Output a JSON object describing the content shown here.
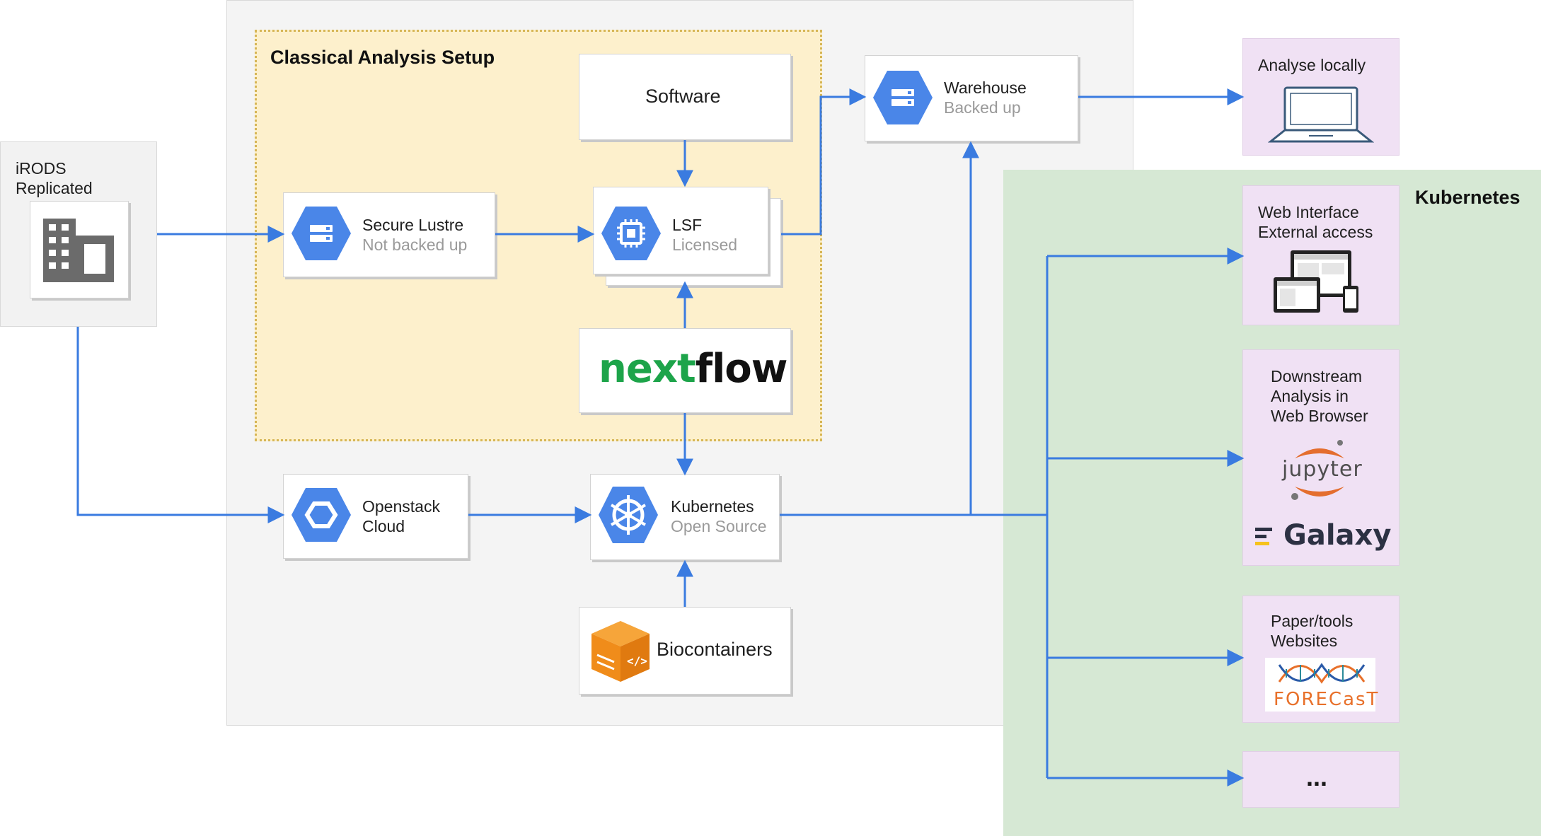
{
  "regions": {
    "classical_setup_title": "Classical Analysis Setup",
    "kubernetes_title": "Kubernetes"
  },
  "nodes": {
    "irods": {
      "line1": "iRODS",
      "line2": "Replicated",
      "icon": "building-icon"
    },
    "secure_lustre": {
      "title": "Secure Lustre",
      "subtitle": "Not backed up",
      "icon": "storage-icon"
    },
    "software": {
      "title": "Software"
    },
    "lsf": {
      "title": "LSF",
      "subtitle": "Licensed",
      "icon": "cpu-icon"
    },
    "nextflow": {
      "logo_part1": "nex",
      "logo_part2": "t",
      "logo_part3": "flow"
    },
    "warehouse": {
      "title": "Warehouse",
      "subtitle": "Backed up",
      "icon": "storage-icon"
    },
    "openstack": {
      "line1": "Openstack",
      "line2": "Cloud",
      "icon": "cloud-hex-icon"
    },
    "kubernetes": {
      "title": "Kubernetes",
      "subtitle": "Open Source",
      "icon": "helm-icon"
    },
    "biocontainers": {
      "title": "Biocontainers",
      "icon": "box-icon"
    },
    "analyse_locally": {
      "title": "Analyse locally",
      "icon": "laptop-icon"
    },
    "web_interface": {
      "line1": "Web Interface",
      "line2": "External access",
      "icon": "devices-icon"
    },
    "downstream": {
      "line1": "Downstream",
      "line2": "Analysis in",
      "line3": "Web Browser",
      "logo_jupyter": "jupyter",
      "logo_galaxy": "Galaxy"
    },
    "paper_tools": {
      "line1": "Paper/tools",
      "line2": "Websites",
      "logo_forecast": "FORECasT"
    },
    "more": {
      "label": "..."
    }
  },
  "colors": {
    "arrow": "#3a7be0",
    "gcp_blue": "#4a86e8",
    "region_grey": "#f4f4f4",
    "region_green": "#d6e8d4",
    "setup_fill": "#fdf0cc",
    "setup_border": "#d6b656",
    "purple_fill": "#f0e1f4",
    "nextflow_green": "#1da44a",
    "jupyter_orange": "#e46e2e",
    "biocontainers_orange": "#f08c1a"
  }
}
